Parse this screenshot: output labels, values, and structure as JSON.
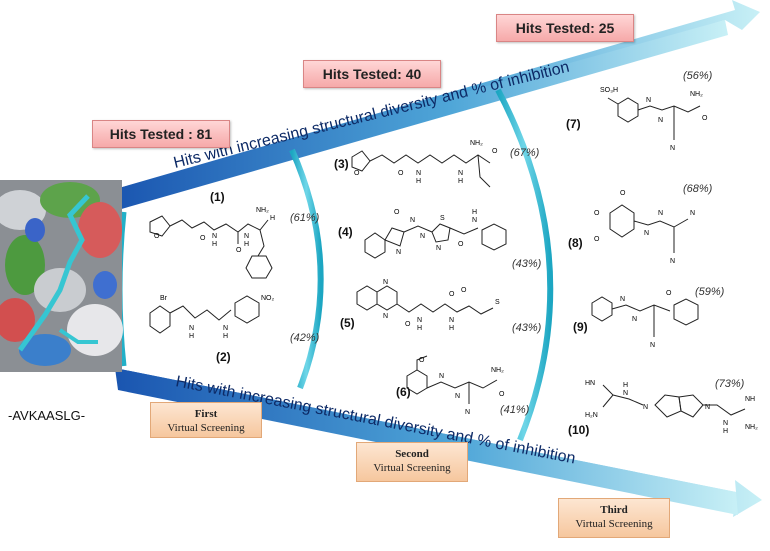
{
  "hits_boxes": [
    {
      "label": "Hits Tested : 81"
    },
    {
      "label": "Hits Tested:  40"
    },
    {
      "label": "Hits Tested:  25"
    }
  ],
  "arrow_text": "Hits with increasing structural diversity and % of inhibition",
  "peptide_label": "-AVKAASLG-",
  "screenings": [
    {
      "order": "First",
      "text": "Virtual Screening"
    },
    {
      "order": "Second",
      "text": "Virtual Screening"
    },
    {
      "order": "Third",
      "text": "Virtual Screening"
    }
  ],
  "compounds": [
    {
      "id": "(1)",
      "inhibition": "(61%)",
      "atoms": [
        "O",
        "O",
        "N",
        "H",
        "N",
        "H",
        "O",
        "NH₂",
        "H"
      ]
    },
    {
      "id": "(2)",
      "inhibition": "(42%)",
      "atoms": [
        "Br",
        "NO₂",
        "N",
        "H",
        "N",
        "H"
      ]
    },
    {
      "id": "(3)",
      "inhibition": "(67%)",
      "atoms": [
        "O",
        "O",
        "N",
        "H",
        "N",
        "H",
        "NH₂",
        "O"
      ]
    },
    {
      "id": "(4)",
      "inhibition": "(43%)",
      "atoms": [
        "O",
        "N",
        "N",
        "N",
        "S",
        "N",
        "O",
        "N",
        "H"
      ]
    },
    {
      "id": "(5)",
      "inhibition": "(43%)",
      "atoms": [
        "N",
        "N",
        "O",
        "N",
        "H",
        "N",
        "H",
        "O",
        "O",
        "S"
      ]
    },
    {
      "id": "(6)",
      "inhibition": "(41%)",
      "atoms": [
        "O",
        "N",
        "N",
        "NH₂",
        "O",
        "N"
      ]
    },
    {
      "id": "(7)",
      "inhibition": "(56%)",
      "atoms": [
        "SO₃H",
        "N",
        "N",
        "NH₂",
        "O",
        "N"
      ]
    },
    {
      "id": "(8)",
      "inhibition": "(68%)",
      "atoms": [
        "O",
        "O",
        "O",
        "N",
        "N",
        "N",
        "N"
      ]
    },
    {
      "id": "(9)",
      "inhibition": "(59%)",
      "atoms": [
        "N",
        "N",
        "O",
        "N"
      ]
    },
    {
      "id": "(10)",
      "inhibition": "(73%)",
      "atoms": [
        "HN",
        "H₂N",
        "N",
        "H",
        "N",
        "N",
        "N",
        "H",
        "NH",
        "NH₂"
      ]
    }
  ],
  "colors": {
    "arrow_dark": "#1f5fb8",
    "arrow_light": "#a9e4f0",
    "divider": "#22b0c8",
    "hits_fill": "#f6a9a9",
    "screening_fill": "#f6c79e"
  },
  "icons": [
    "protein-surface-image"
  ]
}
